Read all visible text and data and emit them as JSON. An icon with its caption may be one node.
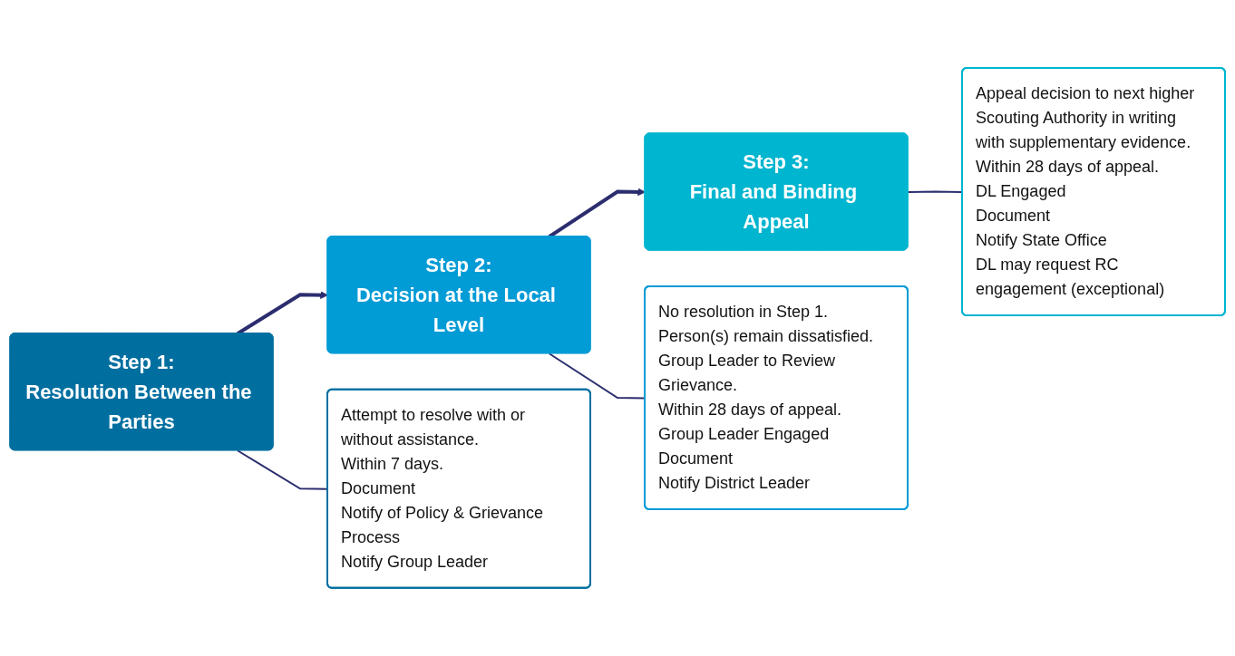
{
  "diagram": {
    "nodes": [
      {
        "text": [
          "Step 1:",
          "Resolution Between the Parties"
        ]
      },
      {
        "text": [
          "Step 2:",
          "Decision at the Local Level"
        ]
      },
      {
        "text": [
          "Step 3:",
          "Final and Binding Appeal"
        ]
      },
      {
        "text": [
          "Attempt to resolve with or without assistance.",
          "Within 7 days.",
          "Document",
          "Notify of Policy & Grievance Process",
          "Notify Group Leader"
        ]
      },
      {
        "text": [
          "No resolution in Step 1. Person(s) remain dissatisfied. Group Leader to Review Grievance.",
          "Within 28 days of appeal.",
          "Group Leader Engaged",
          "Document",
          "Notify District Leader"
        ]
      },
      {
        "text": [
          "Appeal decision to next higher Scouting Authority in writing with supplementary evidence.",
          "Within 28 days of appeal.",
          "DL Engaged",
          "Document",
          "Notify State Office",
          "DL may request RC engagement (exceptional)"
        ]
      }
    ],
    "edges": [
      {
        "from": 0,
        "to": 1,
        "arrow": "to"
      },
      {
        "from": 1,
        "to": 2,
        "arrow": "to"
      },
      {
        "from": 0,
        "to": 3,
        "arrow": "none"
      },
      {
        "from": 1,
        "to": 4,
        "arrow": "none"
      },
      {
        "from": 2,
        "to": 5,
        "arrow": "none"
      }
    ]
  }
}
